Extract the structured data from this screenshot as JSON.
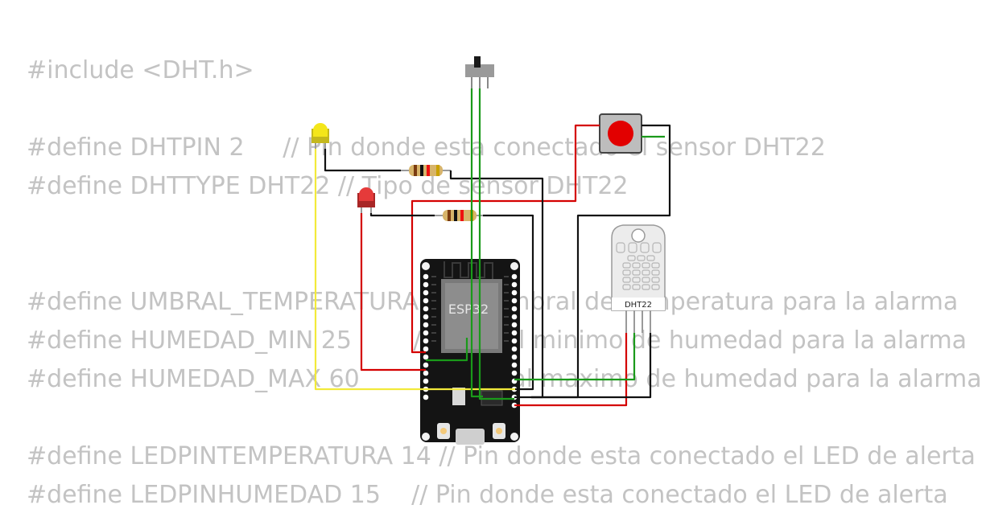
{
  "code_lines": [
    "#include <DHT.h>",
    "",
    "#define DHTPIN 2     // Pin donde esta conectado el sensor DHT22",
    "#define DHTTYPE DHT22 // Tipo de sensor DHT22",
    "",
    "",
    "#define UMBRAL_TEMPERATURA 30 // Umbral de temperatura para la alarma",
    "#define HUMEDAD_MIN 25        // Umbral minimo de humedad para la alarma",
    "#define HUMEDAD_MAX 60        // Umbral maximo de humedad para la alarma",
    "",
    "#define LEDPINTEMPERATURA 14 // Pin donde esta conectado el LED de alerta",
    "#define LEDPINHUMEDAD 15    // Pin donde esta conectado el LED de alerta"
  ],
  "components": {
    "mcu_label": "ESP32",
    "sensor_label": "DHT22",
    "led_colors": {
      "yellow": "#f4e61a",
      "red": "#e53a3a"
    },
    "wire_colors": {
      "red": "#e00000",
      "black": "#111111",
      "green": "#1a9a1a",
      "yellow": "#f2ea3a"
    }
  }
}
